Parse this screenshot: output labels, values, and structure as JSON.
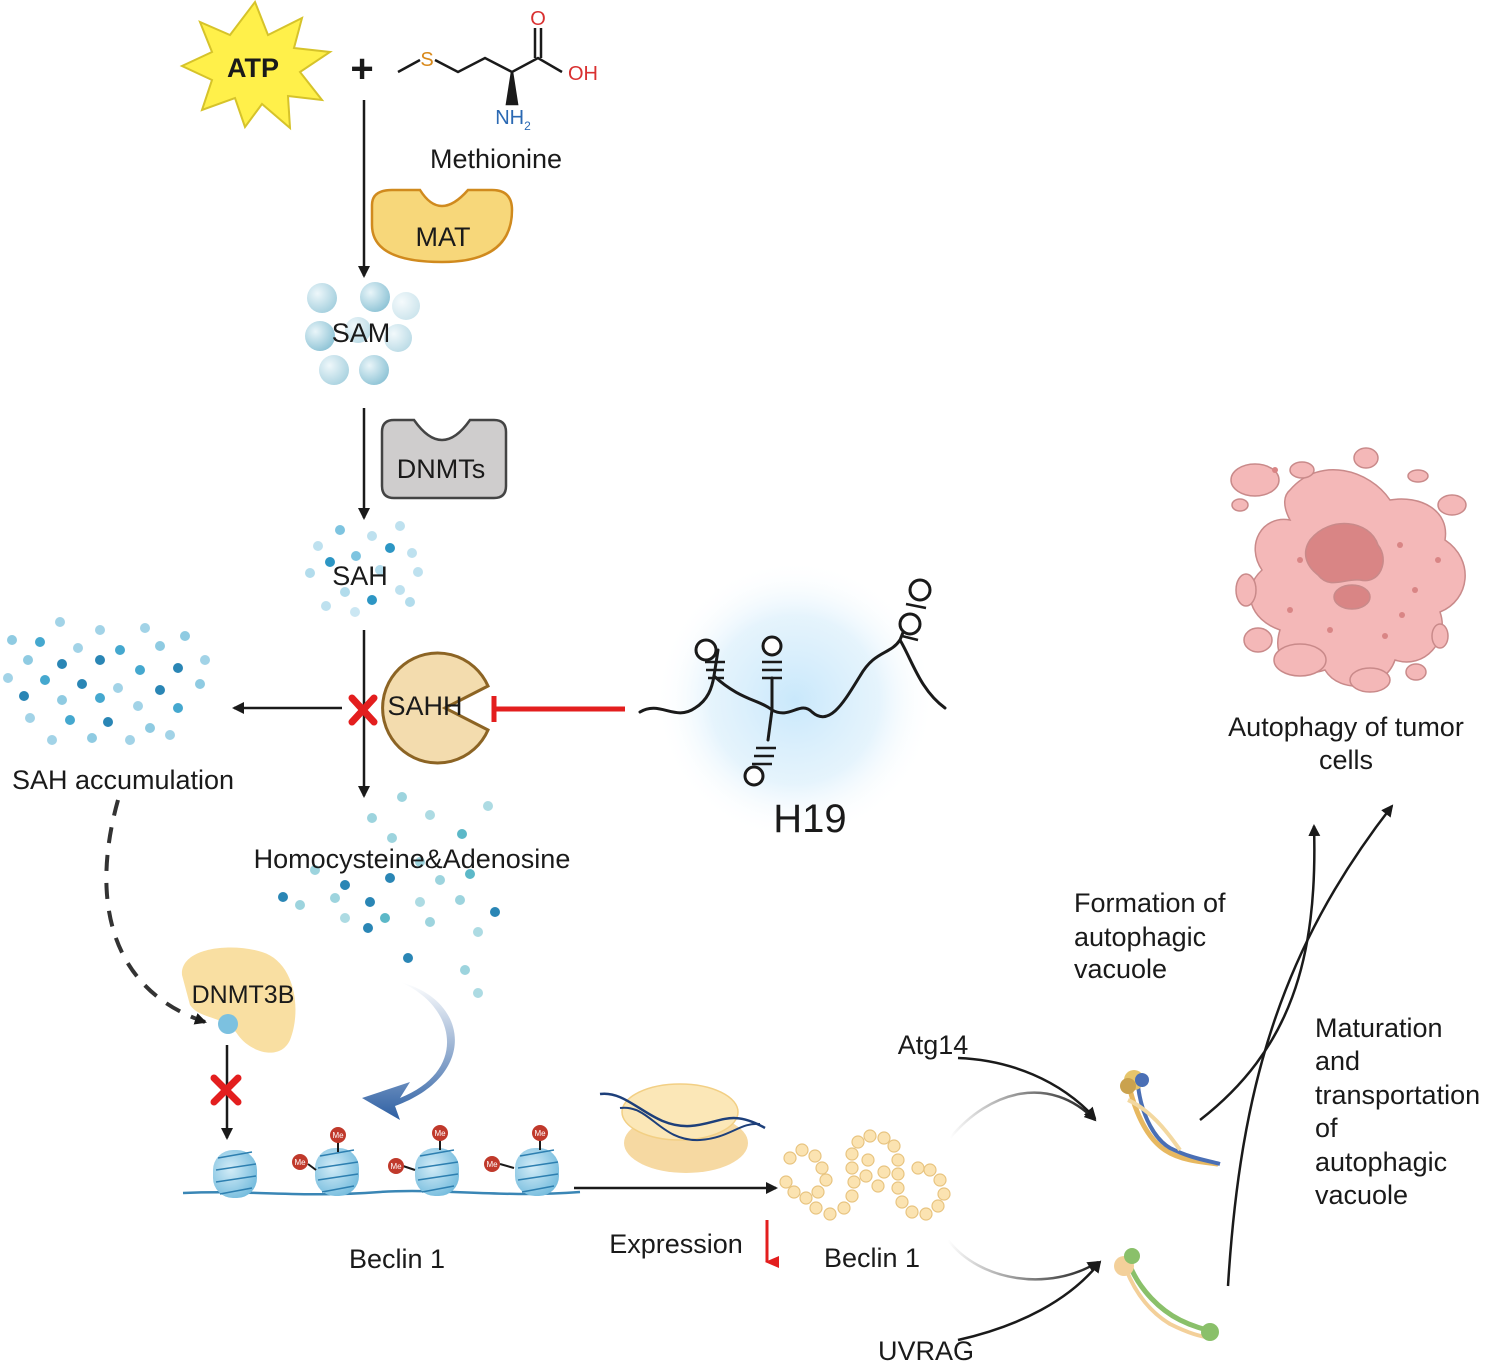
{
  "molecules": {
    "atp": "ATP",
    "plus": "+",
    "methionine": "Methionine",
    "sulfur": "S",
    "oxygen": "O",
    "hydroxyl": "OH",
    "amine": "NH",
    "amine_sub": "2",
    "sam": "SAM",
    "sah": "SAH",
    "products": "Homocysteine&Adenosine",
    "sah_accumulation": "SAH accumulation",
    "methyl_tag": "Me"
  },
  "enzymes": {
    "mat": "MAT",
    "dnmts": "DNMTs",
    "sahh": "SAHH",
    "dnmt3b": "DNMT3B"
  },
  "rna": {
    "h19": "H19"
  },
  "gene": {
    "beclin1_gene": "Beclin 1",
    "expression": "Expression",
    "beclin1_protein": "Beclin 1"
  },
  "autophagy": {
    "atg14": "Atg14",
    "uvrag": "UVRAG",
    "formation": [
      "Formation of",
      "autophagic",
      "vacuole"
    ],
    "maturation": [
      "Maturation",
      "and",
      "transportation",
      "of",
      "autophagic",
      "vacuole"
    ],
    "outcome": [
      "Autophagy of tumor",
      "cells"
    ]
  },
  "colors": {
    "arrow": "#1a1a1a",
    "inhibit": "#e31e1e",
    "enzyme_yellow": "#f7d77a",
    "enzyme_stroke": "#d08a1e",
    "dnmts_gray": "#cfcdcd",
    "sam_blue": "#a9d3e0",
    "sah_blue": "#3aa0c8",
    "atp_yellow": "#fff04a",
    "cell_pink": "#f4b8b8",
    "h19_glow": "#cfe9f8"
  }
}
